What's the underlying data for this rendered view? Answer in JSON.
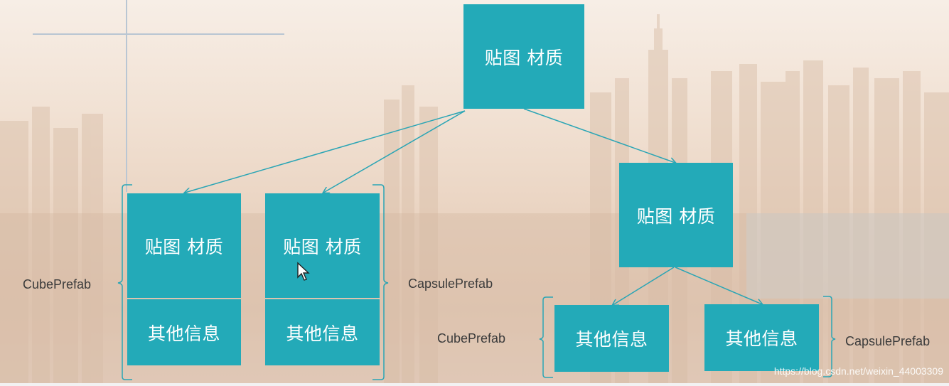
{
  "colors": {
    "box": "#23aab8",
    "line": "#2aa5b5",
    "bracket": "#2aa5b5",
    "guide": "#b9c6d3"
  },
  "top_box": {
    "label": "贴图 材质"
  },
  "left_group": {
    "cube": {
      "top_label": "贴图 材质",
      "bottom_label": "其他信息"
    },
    "capsule": {
      "top_label": "贴图 材质",
      "bottom_label": "其他信息"
    },
    "cube_prefab_label": "CubePrefab",
    "capsule_prefab_label": "CapsulePrefab"
  },
  "right_group": {
    "shared_box": {
      "label": "贴图 材质"
    },
    "cube_info": {
      "label": "其他信息"
    },
    "capsule_info": {
      "label": "其他信息"
    },
    "cube_prefab_label": "CubePrefab",
    "capsule_prefab_label": "CapsulePrefab"
  },
  "watermark": "https://blog.csdn.net/weixin_44003309"
}
